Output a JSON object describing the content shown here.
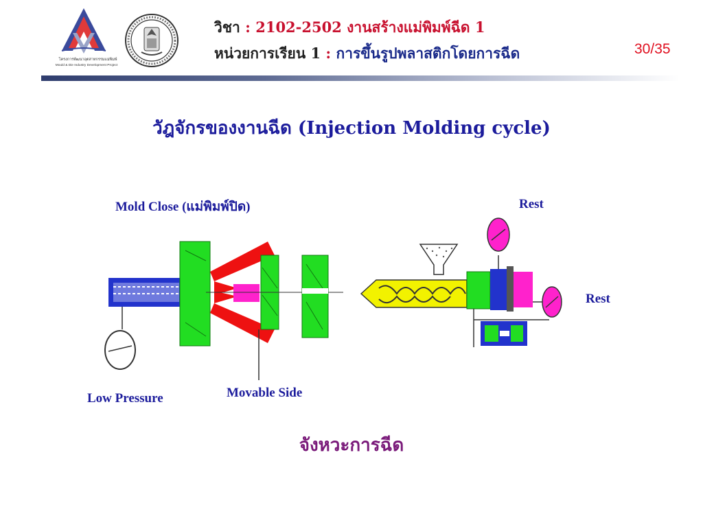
{
  "header": {
    "subject_label": "วิชา",
    "subject_sep": " : ",
    "subject_code": "2102-2502",
    "subject_name": "งานสร้างแม่พิมพ์ฉีด 1",
    "unit_label": "หน่วยการเรียน 1",
    "unit_sep": " : ",
    "unit_name": "การขึ้นรูปพลาสติกโดยการฉีด",
    "page": "30/35",
    "logo_text_1": "โครงการพัฒนาอุตสาหกรรมแม่พิมพ์",
    "logo_text_2": "Mould & Die Industry Development Project"
  },
  "title": "วัฎจักรของงานฉีด  (Injection Molding cycle)",
  "labels": {
    "mold_close": "Mold Close (แม่พิมพ์ปิด)",
    "rest_top": "Rest",
    "rest_right": "Rest",
    "low_pressure": "Low Pressure",
    "movable_side": "Movable Side"
  },
  "caption": "จังหวะการฉีด",
  "colors": {
    "green": "#22dd22",
    "magenta": "#ff22cc",
    "red": "#ee1111",
    "blue": "#2233cc",
    "yellow": "#f2f200",
    "accent_red": "#c8102e",
    "title_blue": "#1c1c9c",
    "caption_purple": "#7a1a7a"
  }
}
